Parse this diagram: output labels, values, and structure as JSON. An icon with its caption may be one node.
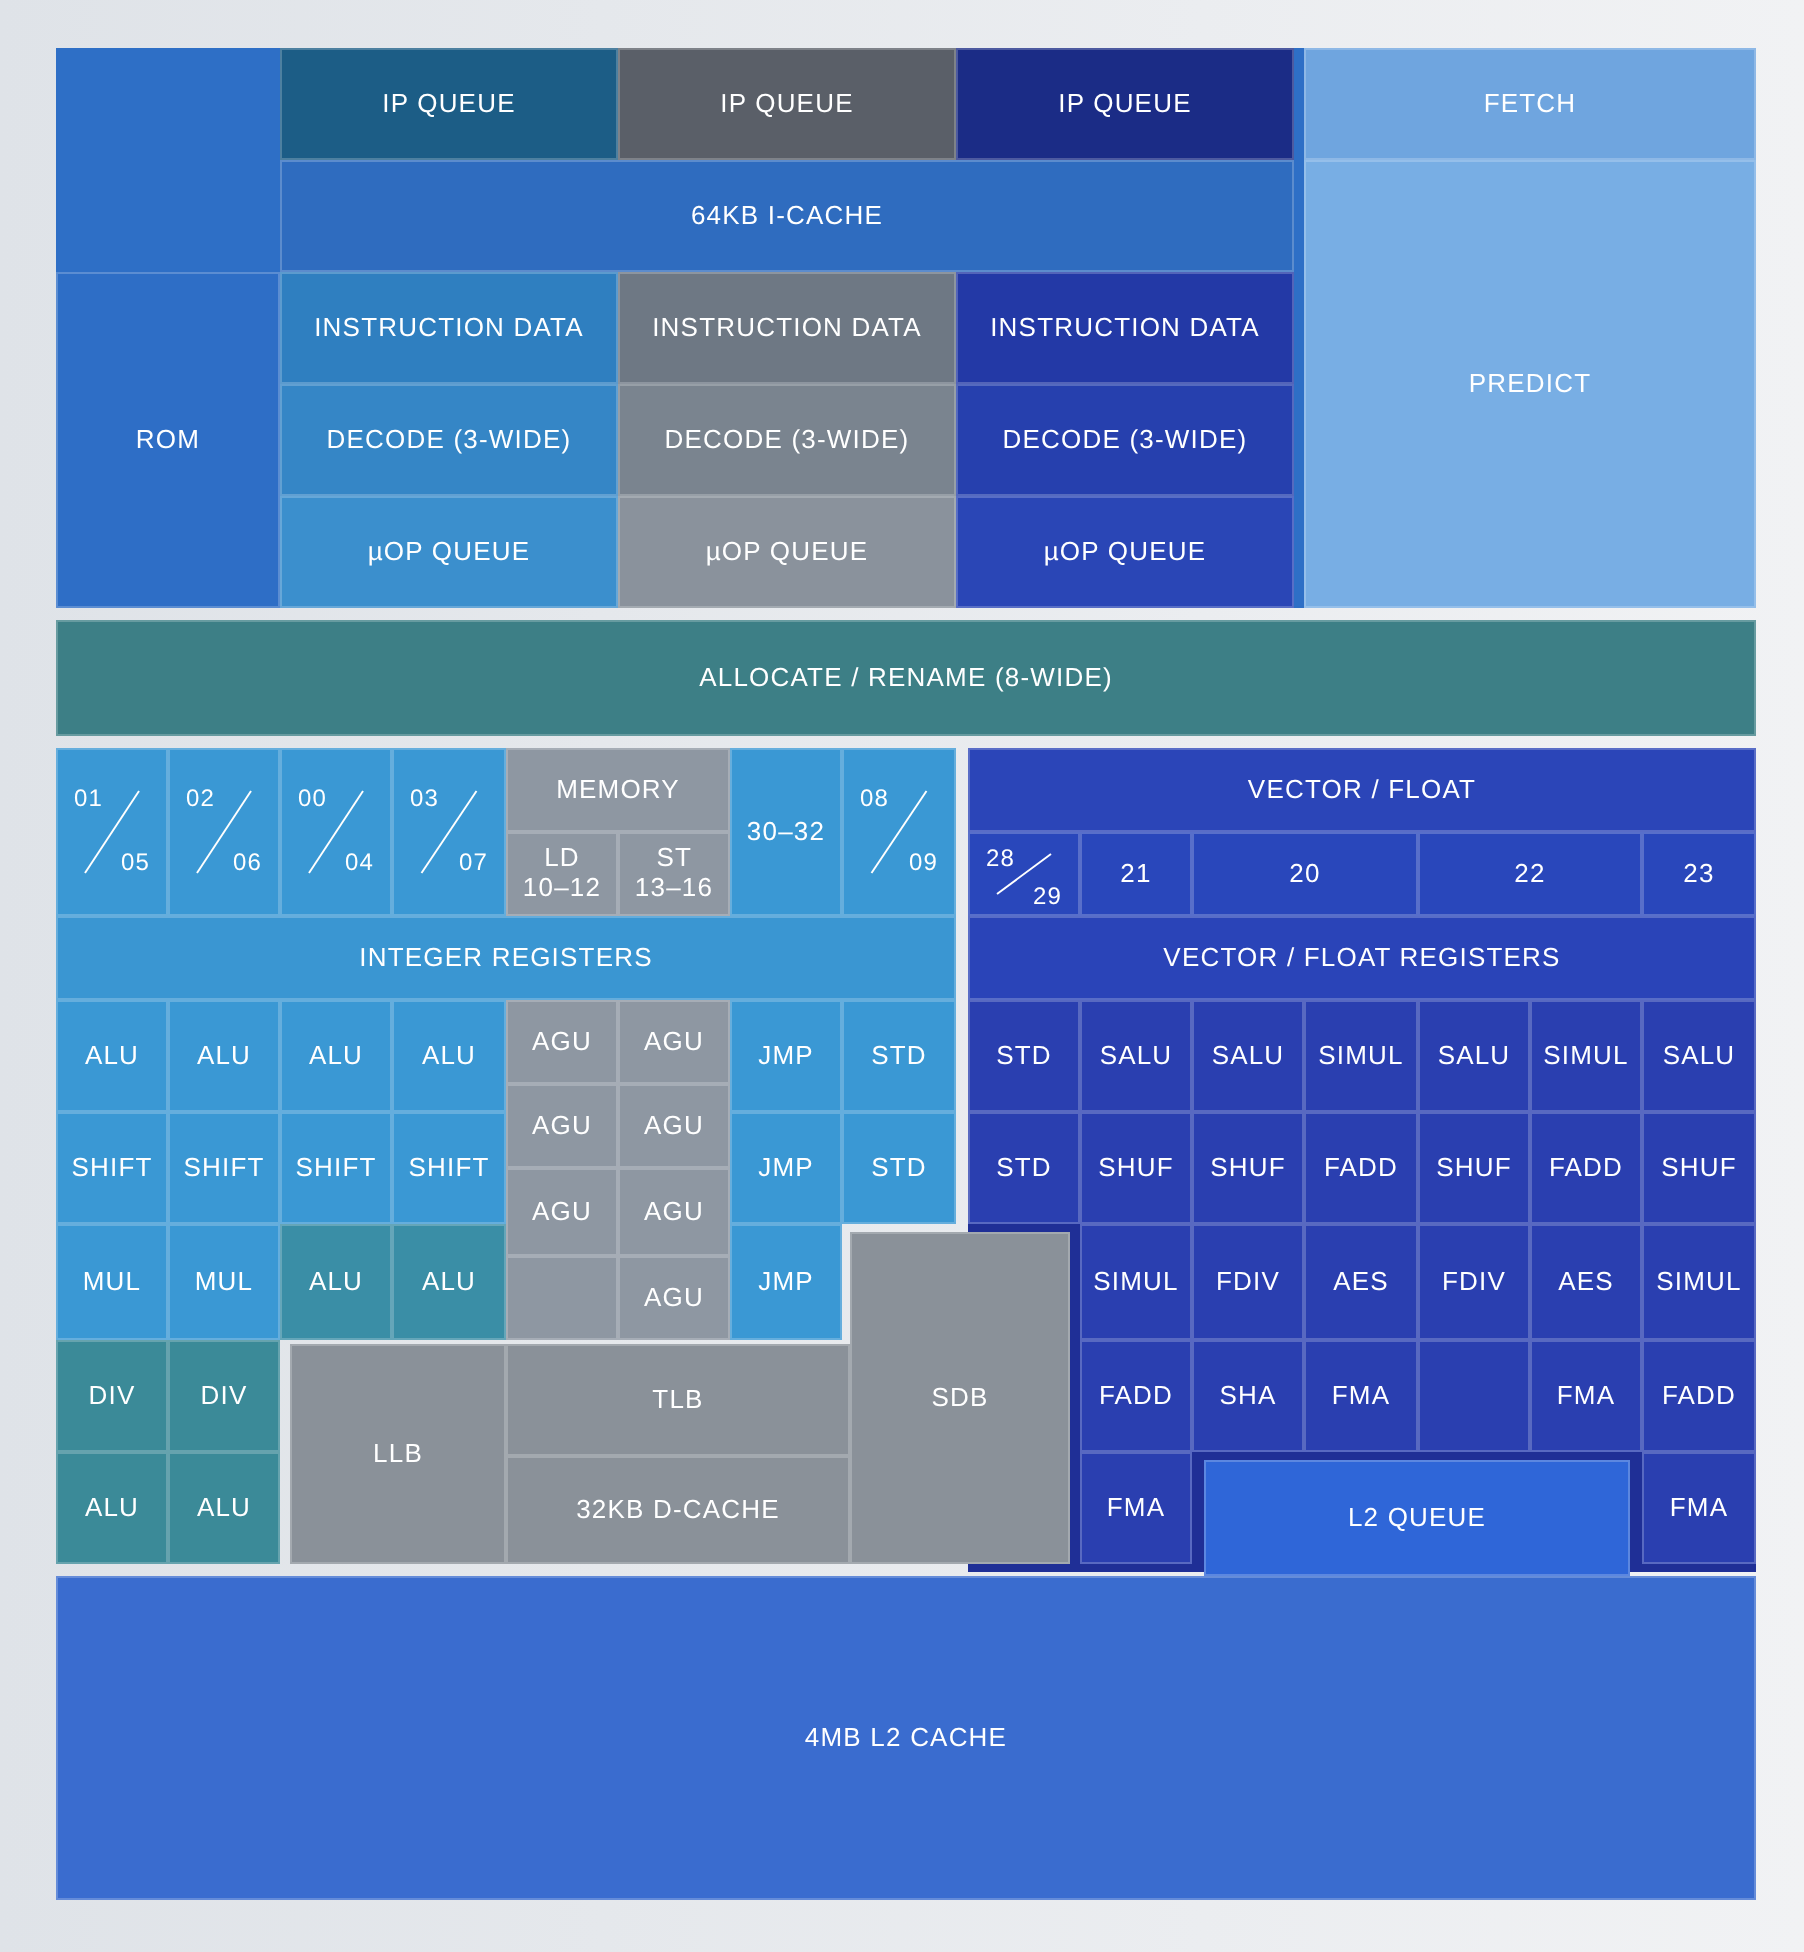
{
  "diagram": {
    "nodes": [
      {
        "text": [
          "IP QUEUE"
        ]
      },
      {
        "text": [
          "IP QUEUE"
        ]
      },
      {
        "text": [
          "IP QUEUE"
        ]
      },
      {
        "text": [
          "FETCH"
        ]
      },
      {
        "text": [
          "64KB I-CACHE"
        ]
      },
      {
        "text": [
          "PREDICT"
        ]
      },
      {
        "text": [
          "ROM"
        ]
      },
      {
        "text": [
          "INSTRUCTION DATA"
        ]
      },
      {
        "text": [
          "INSTRUCTION DATA"
        ]
      },
      {
        "text": [
          "INSTRUCTION DATA"
        ]
      },
      {
        "text": [
          "DECODE (3-WIDE)"
        ]
      },
      {
        "text": [
          "DECODE (3-WIDE)"
        ]
      },
      {
        "text": [
          "DECODE (3-WIDE)"
        ]
      },
      {
        "text": [
          "µOP QUEUE"
        ]
      },
      {
        "text": [
          "µOP QUEUE"
        ]
      },
      {
        "text": [
          "µOP QUEUE"
        ]
      },
      {
        "text": [
          "ALLOCATE / RENAME (8-WIDE)"
        ]
      },
      {
        "text": [
          "01",
          "05"
        ]
      },
      {
        "text": [
          "02",
          "06"
        ]
      },
      {
        "text": [
          "00",
          "04"
        ]
      },
      {
        "text": [
          "03",
          "07"
        ]
      },
      {
        "text": [
          "MEMORY"
        ]
      },
      {
        "text": [
          "30–32"
        ]
      },
      {
        "text": [
          "08",
          "09"
        ]
      },
      {
        "text": [
          "VECTOR / FLOAT"
        ]
      },
      {
        "text": [
          "LD 10–12"
        ]
      },
      {
        "text": [
          "ST 13–16"
        ]
      },
      {
        "text": [
          "28",
          "29"
        ]
      },
      {
        "text": [
          "21"
        ]
      },
      {
        "text": [
          "20"
        ]
      },
      {
        "text": [
          "22"
        ]
      },
      {
        "text": [
          "23"
        ]
      },
      {
        "text": [
          "INTEGER REGISTERS"
        ]
      },
      {
        "text": [
          "VECTOR / FLOAT REGISTERS"
        ]
      },
      {
        "text": [
          "ALU"
        ]
      },
      {
        "text": [
          "ALU"
        ]
      },
      {
        "text": [
          "ALU"
        ]
      },
      {
        "text": [
          "ALU"
        ]
      },
      {
        "text": [
          "AGU"
        ]
      },
      {
        "text": [
          "AGU"
        ]
      },
      {
        "text": [
          "JMP"
        ]
      },
      {
        "text": [
          "STD"
        ]
      },
      {
        "text": [
          "STD"
        ]
      },
      {
        "text": [
          "SALU"
        ]
      },
      {
        "text": [
          "SALU"
        ]
      },
      {
        "text": [
          "SIMUL"
        ]
      },
      {
        "text": [
          "SALU"
        ]
      },
      {
        "text": [
          "SIMUL"
        ]
      },
      {
        "text": [
          "SALU"
        ]
      },
      {
        "text": [
          "AGU"
        ]
      },
      {
        "text": [
          "AGU"
        ]
      },
      {
        "text": [
          "SHIFT"
        ]
      },
      {
        "text": [
          "SHIFT"
        ]
      },
      {
        "text": [
          "SHIFT"
        ]
      },
      {
        "text": [
          "SHIFT"
        ]
      },
      {
        "text": [
          "JMP"
        ]
      },
      {
        "text": [
          "STD"
        ]
      },
      {
        "text": [
          "STD"
        ]
      },
      {
        "text": [
          "SHUF"
        ]
      },
      {
        "text": [
          "SHUF"
        ]
      },
      {
        "text": [
          "FADD"
        ]
      },
      {
        "text": [
          "SHUF"
        ]
      },
      {
        "text": [
          "FADD"
        ]
      },
      {
        "text": [
          "SHUF"
        ]
      },
      {
        "text": [
          "AGU"
        ]
      },
      {
        "text": [
          "AGU"
        ]
      },
      {
        "text": [
          "MUL"
        ]
      },
      {
        "text": [
          "MUL"
        ]
      },
      {
        "text": [
          "ALU"
        ]
      },
      {
        "text": [
          "ALU"
        ]
      },
      {
        "text": [
          "JMP"
        ]
      },
      {
        "text": [
          "SDB"
        ]
      },
      {
        "text": [
          "SIMUL"
        ]
      },
      {
        "text": [
          "FDIV"
        ]
      },
      {
        "text": [
          "AES"
        ]
      },
      {
        "text": [
          "FDIV"
        ]
      },
      {
        "text": [
          "AES"
        ]
      },
      {
        "text": [
          "SIMUL"
        ]
      },
      {
        "text": [],
        "shape": "box"
      },
      {
        "text": [
          "AGU"
        ]
      },
      {
        "text": [
          "DIV"
        ]
      },
      {
        "text": [
          "DIV"
        ]
      },
      {
        "text": [
          "LLB"
        ]
      },
      {
        "text": [
          "TLB"
        ]
      },
      {
        "text": [
          "FADD"
        ]
      },
      {
        "text": [
          "SHA"
        ]
      },
      {
        "text": [
          "FMA"
        ]
      },
      {
        "text": [],
        "shape": "box"
      },
      {
        "text": [
          "FMA"
        ]
      },
      {
        "text": [
          "FADD"
        ]
      },
      {
        "text": [
          "ALU"
        ]
      },
      {
        "text": [
          "ALU"
        ]
      },
      {
        "text": [
          "32KB D-CACHE"
        ]
      },
      {
        "text": [
          "FMA"
        ]
      },
      {
        "text": [
          "L2 QUEUE"
        ]
      },
      {
        "text": [
          "FMA"
        ]
      },
      {
        "text": [
          "4MB L2 CACHE"
        ]
      }
    ]
  }
}
